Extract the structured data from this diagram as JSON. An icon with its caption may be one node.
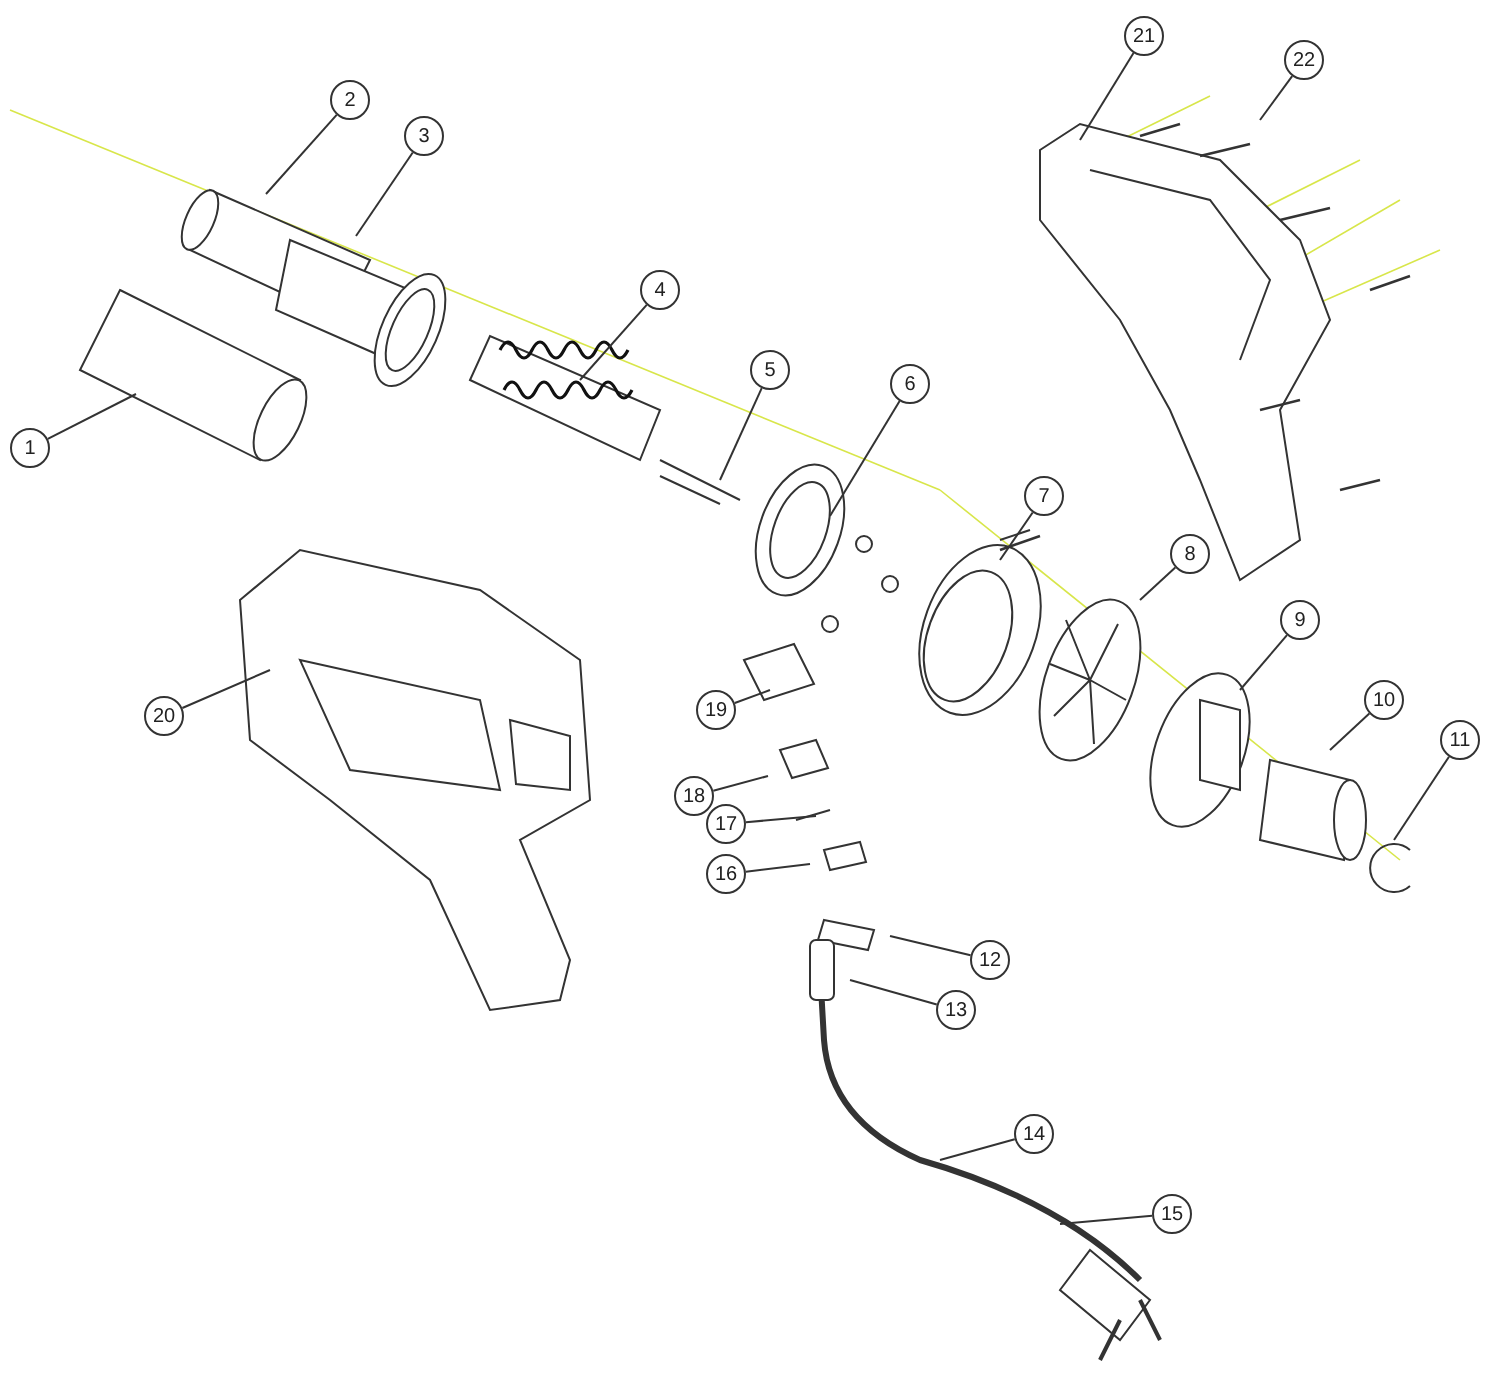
{
  "diagram": {
    "nodes": [
      {
        "text": [
          "1"
        ]
      },
      {
        "text": [
          "2"
        ]
      },
      {
        "text": [
          "3"
        ]
      },
      {
        "text": [
          "4"
        ]
      },
      {
        "text": [
          "5"
        ]
      },
      {
        "text": [
          "6"
        ]
      },
      {
        "text": [
          "7"
        ]
      },
      {
        "text": [
          "8"
        ]
      },
      {
        "text": [
          "9"
        ]
      },
      {
        "text": [
          "10"
        ]
      },
      {
        "text": [
          "11"
        ]
      },
      {
        "text": [
          "12"
        ]
      },
      {
        "text": [
          "13"
        ]
      },
      {
        "text": [
          "14"
        ]
      },
      {
        "text": [
          "15"
        ]
      },
      {
        "text": [
          "16"
        ]
      },
      {
        "text": [
          "17"
        ]
      },
      {
        "text": [
          "18"
        ]
      },
      {
        "text": [
          "19"
        ]
      },
      {
        "text": [
          "20"
        ]
      },
      {
        "text": [
          "21"
        ]
      },
      {
        "text": [
          "22"
        ]
      }
    ],
    "edges": [
      {
        "from": 0,
        "to": null,
        "arrow": "none"
      },
      {
        "from": 1,
        "to": null,
        "arrow": "none"
      },
      {
        "from": 2,
        "to": null,
        "arrow": "none"
      },
      {
        "from": 3,
        "to": null,
        "arrow": "none"
      },
      {
        "from": 4,
        "to": null,
        "arrow": "none"
      },
      {
        "from": 5,
        "to": null,
        "arrow": "none"
      },
      {
        "from": 6,
        "to": null,
        "arrow": "none"
      },
      {
        "from": 7,
        "to": null,
        "arrow": "none"
      },
      {
        "from": 8,
        "to": null,
        "arrow": "none"
      },
      {
        "from": 9,
        "to": null,
        "arrow": "none"
      },
      {
        "from": 10,
        "to": null,
        "arrow": "none"
      },
      {
        "from": 11,
        "to": null,
        "arrow": "none"
      },
      {
        "from": 12,
        "to": null,
        "arrow": "none"
      },
      {
        "from": 13,
        "to": null,
        "arrow": "none"
      },
      {
        "from": 14,
        "to": null,
        "arrow": "none"
      },
      {
        "from": 15,
        "to": null,
        "arrow": "none"
      },
      {
        "from": 16,
        "to": null,
        "arrow": "none"
      },
      {
        "from": 17,
        "to": null,
        "arrow": "none"
      },
      {
        "from": 18,
        "to": null,
        "arrow": "none"
      },
      {
        "from": 19,
        "to": null,
        "arrow": "none"
      },
      {
        "from": 20,
        "to": null,
        "arrow": "none"
      },
      {
        "from": 21,
        "to": null,
        "arrow": "none"
      }
    ]
  }
}
